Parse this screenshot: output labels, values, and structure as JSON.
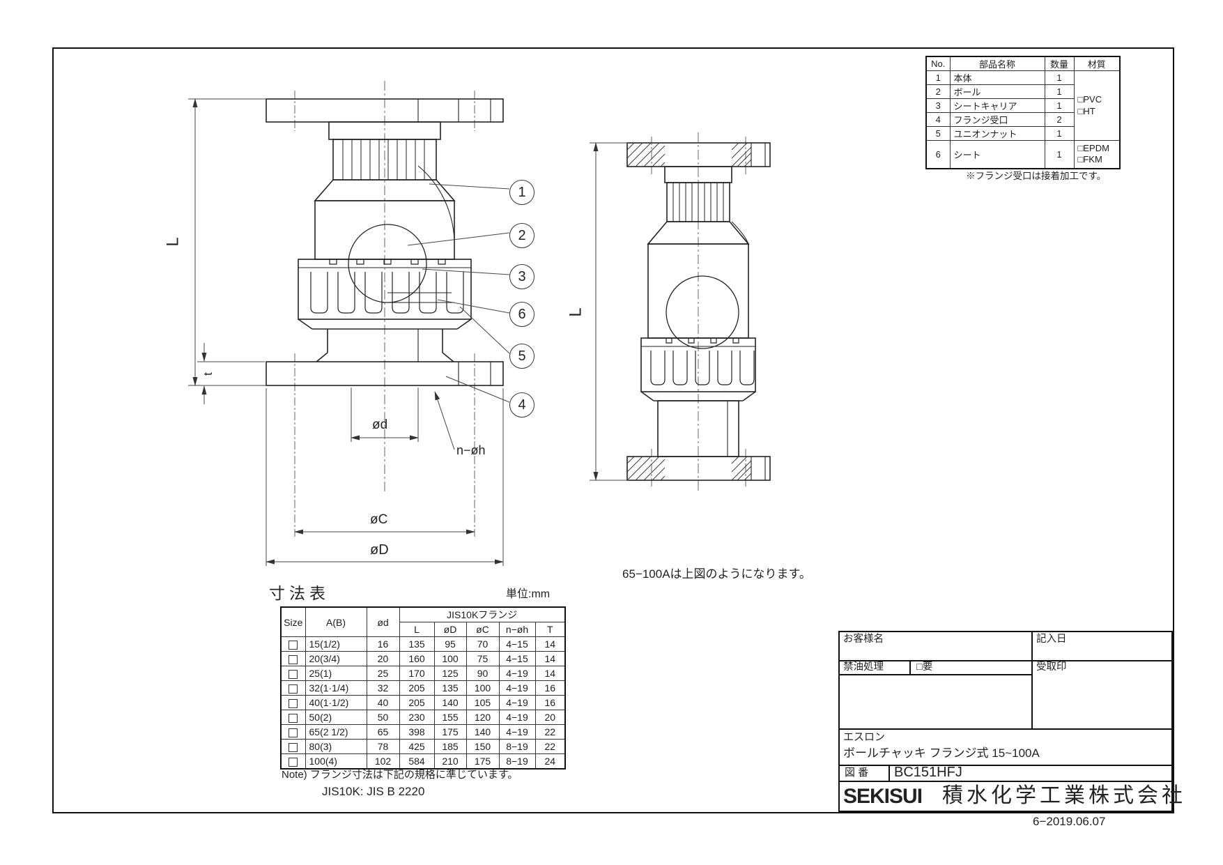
{
  "parts_table": {
    "headers": {
      "no": "No.",
      "name": "部品名称",
      "qty": "数量",
      "material": "材質"
    },
    "rows": [
      {
        "no": "1",
        "name": "本体",
        "qty": "1"
      },
      {
        "no": "2",
        "name": "ボール",
        "qty": "1"
      },
      {
        "no": "3",
        "name": "シートキャリア",
        "qty": "1"
      },
      {
        "no": "4",
        "name": "フランジ受口",
        "qty": "2"
      },
      {
        "no": "5",
        "name": "ユニオンナット",
        "qty": "1"
      },
      {
        "no": "6",
        "name": "シート",
        "qty": "1"
      }
    ],
    "material_main": [
      "□PVC",
      "□HT"
    ],
    "material_seat": [
      "□EPDM",
      "□FKM"
    ],
    "note": "※フランジ受口は接着加工です。"
  },
  "left_view": {
    "balloons": [
      "1",
      "2",
      "3",
      "6",
      "5",
      "4"
    ],
    "dims": {
      "L": "L",
      "t": "t",
      "d": "ød",
      "C": "øC",
      "D": "øD",
      "nh": "n−øh"
    }
  },
  "right_view": {
    "dim_L": "L",
    "caption": "65−100Aは上図のようになります。"
  },
  "dim_table": {
    "title": "寸法表",
    "unit": "単位:mm",
    "checkbox_glyph": "□",
    "headers": {
      "size": "Size",
      "ab": "A(B)",
      "od": "ød",
      "jis": "JIS10Kフランジ",
      "L": "L",
      "D": "øD",
      "C": "øC",
      "nh": "n−øh",
      "T": "T"
    },
    "rows": [
      {
        "ab": "15(1/2)",
        "od": "16",
        "L": "135",
        "D": "95",
        "C": "70",
        "nh": "4−15",
        "T": "14"
      },
      {
        "ab": "20(3/4)",
        "od": "20",
        "L": "160",
        "D": "100",
        "C": "75",
        "nh": "4−15",
        "T": "14"
      },
      {
        "ab": "25(1)",
        "od": "25",
        "L": "170",
        "D": "125",
        "C": "90",
        "nh": "4−19",
        "T": "14"
      },
      {
        "ab": "32(1·1/4)",
        "od": "32",
        "L": "205",
        "D": "135",
        "C": "100",
        "nh": "4−19",
        "T": "16"
      },
      {
        "ab": "40(1·1/2)",
        "od": "40",
        "L": "205",
        "D": "140",
        "C": "105",
        "nh": "4−19",
        "T": "16"
      },
      {
        "ab": "50(2)",
        "od": "50",
        "L": "230",
        "D": "155",
        "C": "120",
        "nh": "4−19",
        "T": "20"
      },
      {
        "ab": "65(2 1/2)",
        "od": "65",
        "L": "398",
        "D": "175",
        "C": "140",
        "nh": "4−19",
        "T": "22"
      },
      {
        "ab": "80(3)",
        "od": "78",
        "L": "425",
        "D": "185",
        "C": "150",
        "nh": "8−19",
        "T": "22"
      },
      {
        "ab": "100(4)",
        "od": "102",
        "L": "584",
        "D": "210",
        "C": "175",
        "nh": "8−19",
        "T": "24"
      }
    ],
    "note1": "Note) フランジ寸法は下記の規格に準じています。",
    "note2": "JIS10K: JIS B 2220"
  },
  "title_block": {
    "customer_label": "お客様名",
    "entry_date_label": "記入日",
    "oil_label": "禁油処理",
    "oil_required": "□要",
    "stamp_label": "受取印",
    "brand": "エスロン",
    "product": "ボールチャッキ フランジ式 15~100A",
    "drawing_no_label": "図 番",
    "drawing_no": "BC151HFJ",
    "logo": "SEKISUI",
    "company": "積水化学工業株式会社"
  },
  "footer": {
    "revision_date": "6−2019.06.07"
  }
}
